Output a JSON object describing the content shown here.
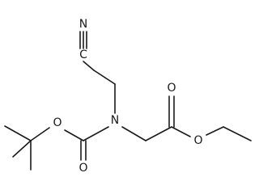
{
  "molecule": {
    "atoms": {
      "nitrile_n": "N",
      "nitrile_c": "C",
      "amine_n": "N",
      "carbamate_o_ether": "O",
      "carbamate_o_carbonyl": "O",
      "ester_o_carbonyl": "O",
      "ester_o_ether": "O"
    }
  }
}
